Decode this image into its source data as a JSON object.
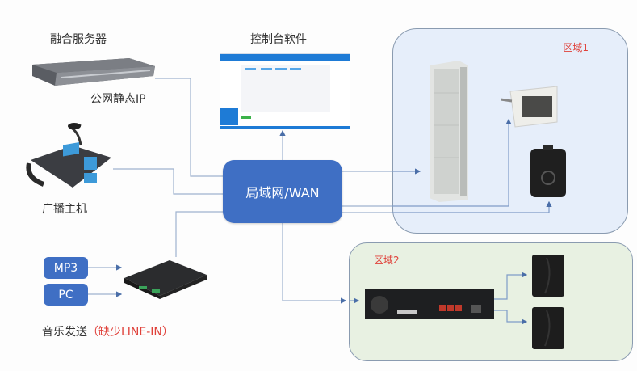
{
  "title": "IP广播系统拓扑",
  "nodes": {
    "server": {
      "label": "融合服务器",
      "sublabel": "公网静态IP"
    },
    "console_software": {
      "label": "控制台软件"
    },
    "broadcast_host": {
      "label": "广播主机"
    },
    "hub": {
      "label": "局域网/WAN"
    },
    "music_sender": {
      "label": "音乐发送",
      "note_open": "（",
      "note": "缺少LINE-IN",
      "note_close": "）"
    },
    "sources": [
      {
        "label": "MP3"
      },
      {
        "label": "PC"
      }
    ]
  },
  "zones": [
    {
      "label": "区域1",
      "devices": [
        "column-speaker",
        "horn-speaker",
        "wall-speaker-black"
      ]
    },
    {
      "label": "区域2",
      "devices": [
        "amplifier",
        "wall-speaker-black",
        "wall-speaker-black"
      ]
    }
  ],
  "colors": {
    "hub_blue": "#3f6fc4",
    "zone1_bg": "#e6eefa",
    "zone2_bg": "#e8f1e2",
    "zone_label_red": "#e0413a",
    "line_blue": "#6e8fc4"
  }
}
